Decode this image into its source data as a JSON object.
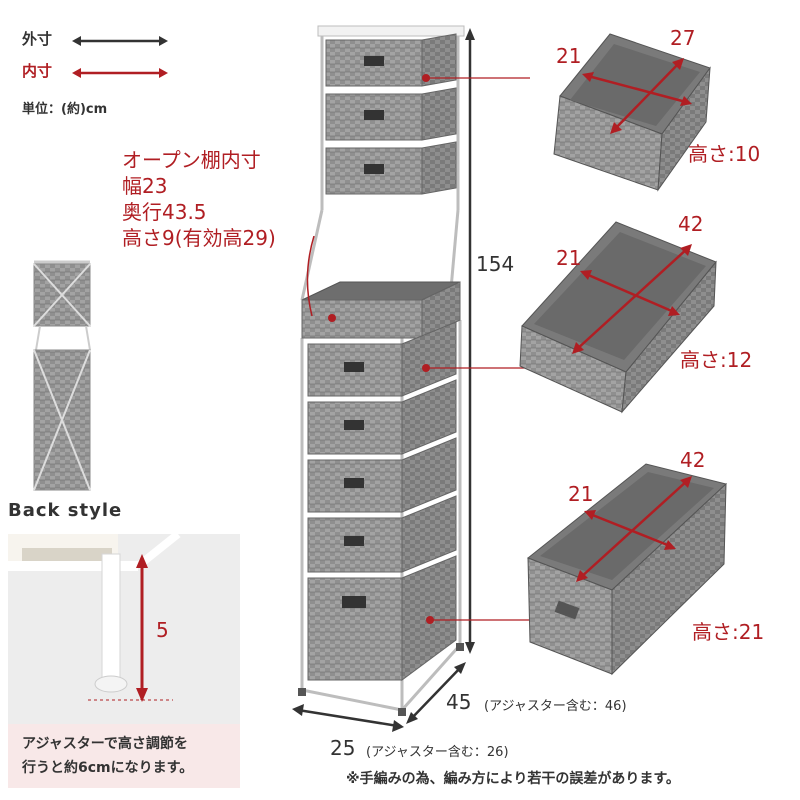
{
  "legend": {
    "outer_label": "外寸",
    "inner_label": "内寸",
    "unit": "単位：(約)cm"
  },
  "open_shelf": {
    "title": "オープン棚内寸",
    "width": "幅23",
    "depth": "奥行43.5",
    "height": "高さ9(有効高29)"
  },
  "overall": {
    "height": "154",
    "depth": "45",
    "depth_note": "(アジャスター含む：46)",
    "width": "25",
    "width_note": "(アジャスター含む：26)"
  },
  "baskets": [
    {
      "width": "21",
      "depth": "27",
      "height": "高さ:10"
    },
    {
      "width": "21",
      "depth": "42",
      "height": "高さ:12"
    },
    {
      "width": "21",
      "depth": "42",
      "height": "高さ:21"
    }
  ],
  "back": {
    "label": "Back style"
  },
  "adjuster": {
    "value": "5",
    "note_line1": "アジャスターで高さ調節を",
    "note_line2": "行うと約6cmになります。"
  },
  "footnote": "※手編みの為、編み方により若干の誤差があります。",
  "colors": {
    "accent": "#b01e23",
    "basket": "#8c8c8c",
    "frame": "#e6e6e6"
  }
}
